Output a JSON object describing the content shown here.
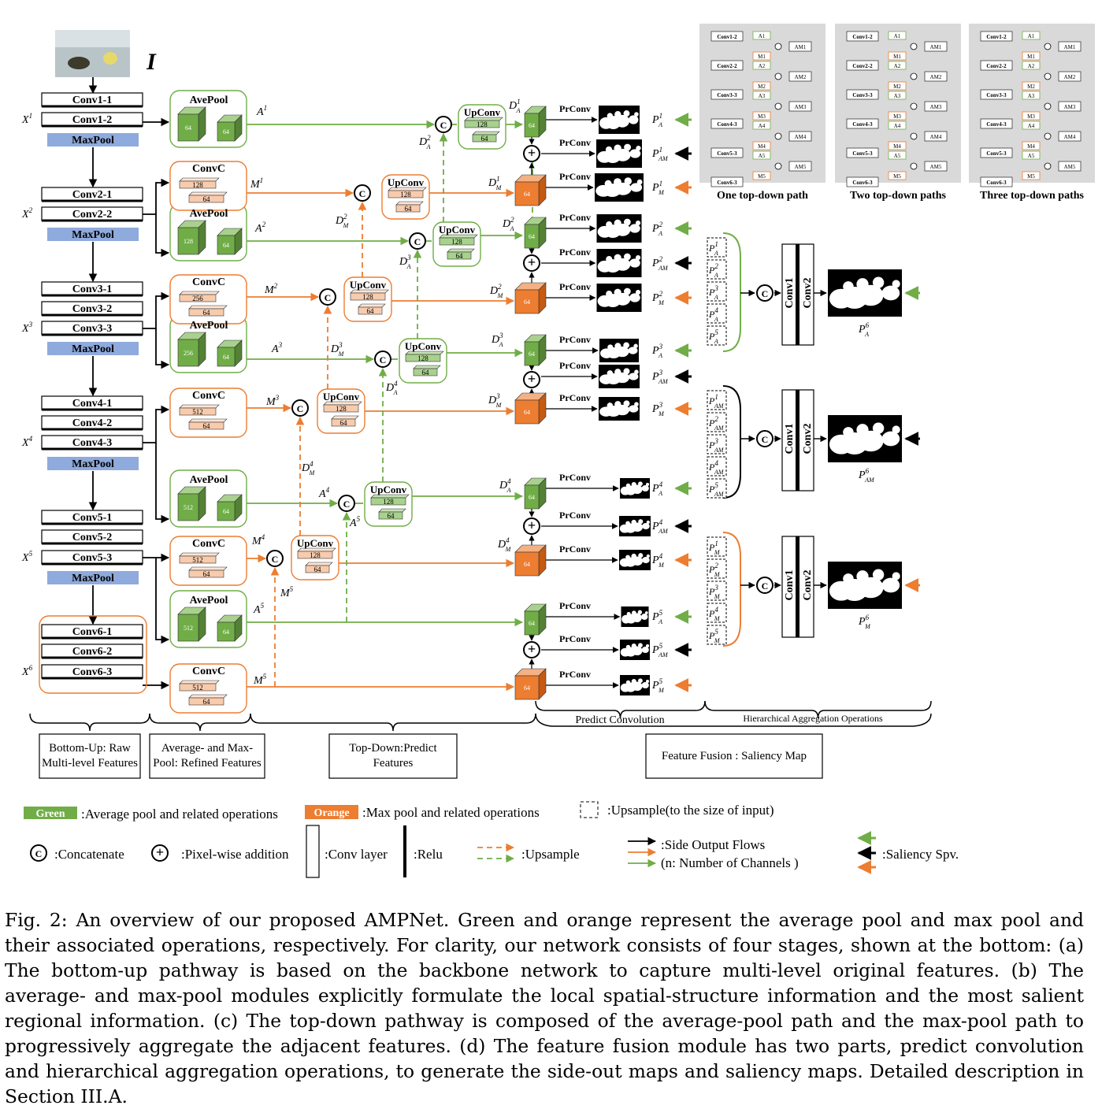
{
  "input": {
    "label": "I"
  },
  "backbone": {
    "stages": [
      {
        "x": "X¹",
        "convs": [
          "Conv1-1",
          "Conv1-2"
        ],
        "pool": "MaxPool"
      },
      {
        "x": "X²",
        "convs": [
          "Conv2-1",
          "Conv2-2"
        ],
        "pool": "MaxPool"
      },
      {
        "x": "X³",
        "convs": [
          "Conv3-1",
          "Conv3-2",
          "Conv3-3"
        ],
        "pool": "MaxPool"
      },
      {
        "x": "X⁴",
        "convs": [
          "Conv4-1",
          "Conv4-2",
          "Conv4-3"
        ],
        "pool": "MaxPool"
      },
      {
        "x": "X⁵",
        "convs": [
          "Conv5-1",
          "Conv5-2",
          "Conv5-3"
        ],
        "pool": "MaxPool"
      },
      {
        "x": "X⁶",
        "convs": [
          "Conv6-1",
          "Conv6-2",
          "Conv6-3"
        ],
        "pool": ""
      }
    ]
  },
  "modules": {
    "avepool": "AvePool",
    "convc": "ConvC",
    "upconv": "UpConv",
    "prconv": "PrConv",
    "ave_in": [
      "64",
      "128",
      "256",
      "512",
      "512"
    ],
    "convc_in": [
      "128",
      "256",
      "512",
      "512",
      "512"
    ],
    "out_ch": "64",
    "up_ch": "128"
  },
  "labels": {
    "A": [
      "A¹",
      "A²",
      "A³",
      "A⁴",
      "A⁵"
    ],
    "M": [
      "M¹",
      "M²",
      "M³",
      "M⁴",
      "M⁵"
    ],
    "DA": [
      "D¹A",
      "D²A",
      "D³A",
      "D⁴A"
    ],
    "DM": [
      "D¹M",
      "D²M",
      "D³M",
      "D⁴M"
    ],
    "PA": [
      "P¹A",
      "P²A",
      "P³A",
      "P⁴A",
      "P⁵A"
    ],
    "PAM": [
      "P¹AM",
      "P²AM",
      "P³AM",
      "P⁴AM",
      "P⁵AM"
    ],
    "PM": [
      "P¹M",
      "P²M",
      "P³M",
      "P⁴M",
      "P⁵M"
    ],
    "P6": [
      "P⁶A",
      "P⁶AM",
      "P⁶M"
    ],
    "conv1": "Conv1",
    "conv2": "Conv2"
  },
  "topdown_paths": {
    "titles": [
      "One top-down path",
      "Two top-down paths",
      "Three top-down paths"
    ],
    "convs": [
      "Conv1-2",
      "Conv2-2",
      "Conv3-3",
      "Conv4-3",
      "Conv5-3",
      "Conv6-3"
    ],
    "A": [
      "A1",
      "A2",
      "A3",
      "A4",
      "A5"
    ],
    "M": [
      "M1",
      "M2",
      "M3",
      "M4",
      "M5"
    ],
    "AM": [
      "AM1",
      "AM2",
      "AM3",
      "AM4",
      "AM5"
    ]
  },
  "braces": {
    "predict": "Predict Convolution",
    "hier": "Hierarchical Aggregation Operations",
    "stage_bottom_up": "Bottom-Up: Raw Multi-level Features",
    "stage_pool": "Average- and Max-Pool: Refined Features",
    "stage_topdown": "Top-Down:Predict Features",
    "stage_fusion": "Feature Fusion : Saliency Map"
  },
  "legend": {
    "green_chip": "Green",
    "green_text": ":Average pool and related operations",
    "orange_chip": "Orange",
    "orange_text": ":Max pool and related operations",
    "upsample_box": ":Upsample(to the size of input)",
    "concat": ":Concatenate",
    "add": ":Pixel-wise addition",
    "conv_layer": ":Conv layer",
    "relu": ":Relu",
    "upsample": ":Upsample",
    "side_output": ":Side Output Flows",
    "channels": "(n: Number of Channels )",
    "saliency": ":Saliency Spv."
  },
  "colors": {
    "green": "#70ad47",
    "orange": "#ed7d31",
    "maxpool": "#8faadc",
    "black": "#000000"
  },
  "caption": "Fig. 2: An overview of our proposed AMPNet. Green and orange represent the average pool and max pool and their associated operations, respectively. For clarity, our network consists of four stages, shown at the bottom: (a) The bottom-up pathway is based on the backbone network to capture multi-level original features. (b) The average- and max-pool modules explicitly formulate the local spatial-structure information and the most salient regional information. (c) The top-down pathway is composed of the average-pool path and the max-pool path to progressively aggregate the adjacent features. (d) The feature fusion module has two parts, predict convolution and hierarchical aggregation operations, to generate the side-out maps and saliency maps. Detailed description in Section III.A."
}
